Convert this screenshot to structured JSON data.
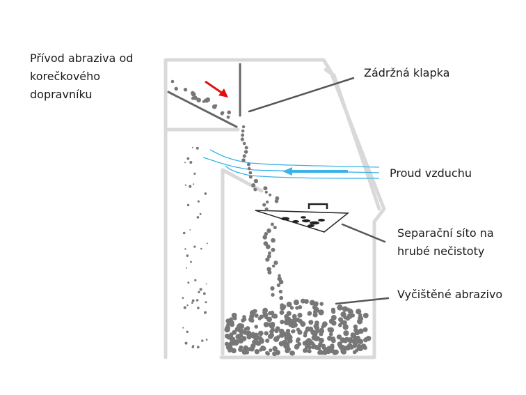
{
  "labels": {
    "inlet": [
      "Přívod abraziva od",
      "korečkového",
      "dopravníku"
    ],
    "flap": "Zádržná klapka",
    "airflow": "Proud vzduchu",
    "sieve": [
      "Separační síto na",
      "hrubé nečistoty"
    ],
    "clean": "Vyčištěné abrazivo"
  },
  "colors": {
    "frame": "#d9d9d9",
    "partition": "#666666",
    "leader": "#555555",
    "particle": "#777777",
    "airflow": "#3bb3e6",
    "arrow": "#e01010",
    "text": "#1a1a1a"
  },
  "icons": {
    "arrow": "red-arrow-icon",
    "sieve_handle": "handle-icon"
  }
}
